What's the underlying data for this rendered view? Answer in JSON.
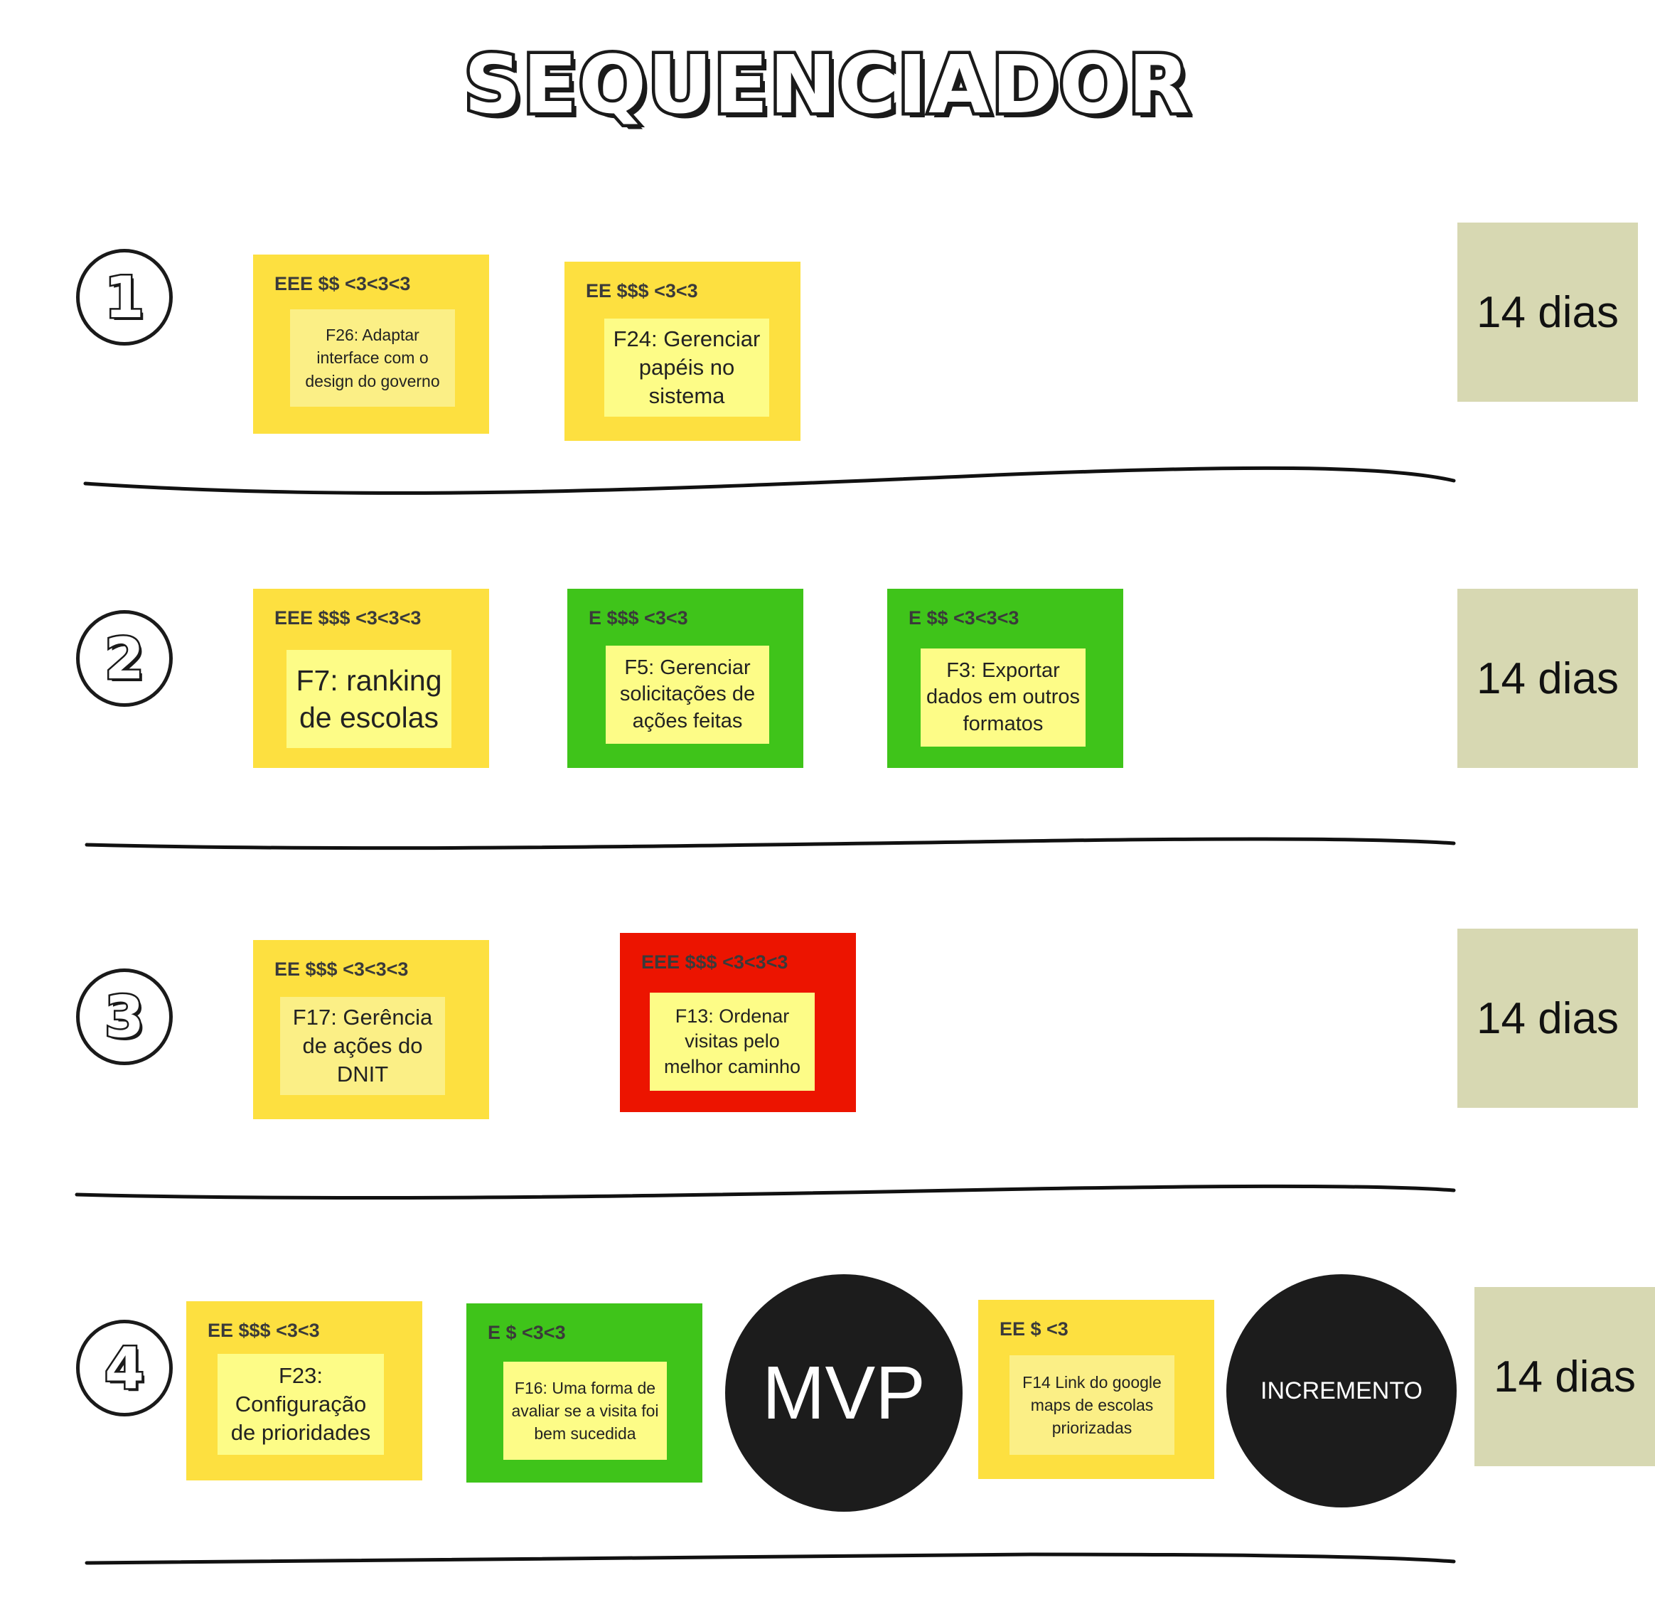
{
  "title": "SEQUENCIADOR",
  "rows": [
    {
      "number": "1",
      "duration": "14 dias",
      "cards": [
        {
          "rating": "EEE $$ <3<3<3",
          "text": "F26: Adaptar interface com o design do governo",
          "color": "#fde040"
        },
        {
          "rating": "EE $$$ <3<3",
          "text": "F24: Gerenciar papéis no sistema",
          "color": "#fde040"
        }
      ]
    },
    {
      "number": "2",
      "duration": "14 dias",
      "cards": [
        {
          "rating": "EEE $$$ <3<3<3",
          "text": "F7: ranking de escolas",
          "color": "#fde040"
        },
        {
          "rating": "E $$$ <3<3",
          "text": "F5: Gerenciar solicitações de ações feitas",
          "color": "#3fc41a"
        },
        {
          "rating": "E $$ <3<3<3",
          "text": "F3: Exportar dados em outros formatos",
          "color": "#3fc41a"
        }
      ]
    },
    {
      "number": "3",
      "duration": "14 dias",
      "cards": [
        {
          "rating": "EE $$$ <3<3<3",
          "text": "F17: Gerência de ações do DNIT",
          "color": "#fde040"
        },
        {
          "rating": "EEE $$$ <3<3<3",
          "text": "F13: Ordenar visitas pelo melhor caminho",
          "color": "#ec1400"
        }
      ]
    },
    {
      "number": "4",
      "duration": "14 dias",
      "cards": [
        {
          "rating": "EE $$$ <3<3",
          "text": "F23: Configuração de prioridades",
          "color": "#fde040"
        },
        {
          "rating": "E $ <3<3",
          "text": "F16: Uma forma de avaliar se a visita foi bem sucedida",
          "color": "#3fc41a"
        },
        {
          "rating": "EE $ <3",
          "text": "F14 Link do google maps de escolas priorizadas",
          "color": "#fde040"
        }
      ],
      "milestones": [
        "MVP",
        "INCREMENTO"
      ]
    }
  ]
}
